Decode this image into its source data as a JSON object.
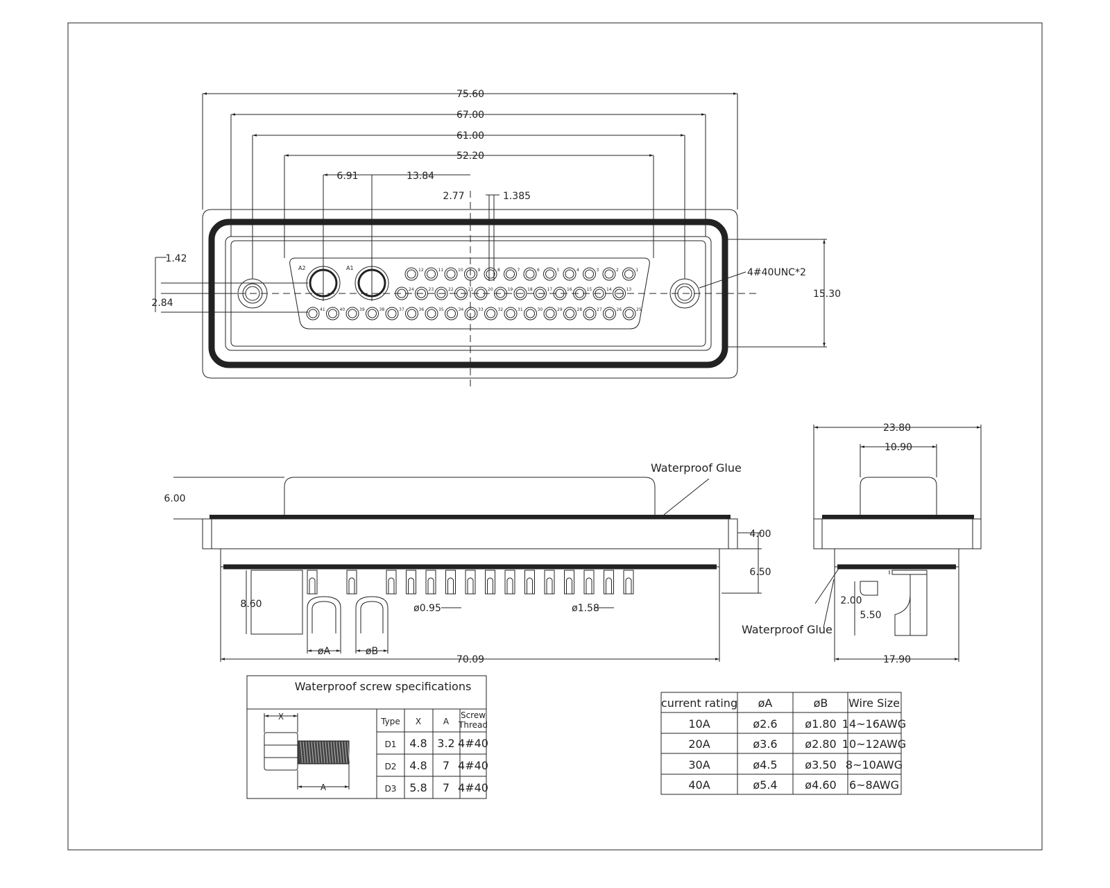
{
  "front_view": {
    "dimensions": {
      "overall": "75.60",
      "outer_frame": "67.00",
      "mount_holes": "61.00",
      "shell": "52.20",
      "a2_a1": "6.91",
      "a1_center": "13.84",
      "pitch": "2.77",
      "half_pitch": "1.385",
      "offset_top": "1.42",
      "row_offset": "2.84",
      "height": "15.30"
    },
    "screw_note": "4#40UNC*2",
    "cavity_labels": [
      "A2",
      "A1"
    ],
    "row1_labels": [
      "12",
      "11",
      "10",
      "9",
      "8",
      "7",
      "6",
      "5",
      "4",
      "3",
      "2",
      "1"
    ],
    "row2_labels": [
      "24",
      "23",
      "22",
      "21",
      "20",
      "19",
      "18",
      "17",
      "16",
      "15",
      "14",
      "13"
    ],
    "row3_labels": [
      "41",
      "40",
      "39",
      "38",
      "37",
      "36",
      "35",
      "34",
      "33",
      "32",
      "31",
      "30",
      "29",
      "28",
      "27",
      "26",
      "25"
    ]
  },
  "side_view": {
    "glue_note": "Waterproof Glue",
    "dimensions": {
      "top_height": "6.00",
      "flange": "4.00",
      "body": "6.50",
      "contact_length": "8.60",
      "small_pin": "ø0.95",
      "pin_dia": "ø1.58",
      "overall_width": "70.09",
      "dia_a": "øA",
      "dia_b": "øB"
    }
  },
  "end_view": {
    "glue_note": "Waterproof Glue",
    "dimensions": {
      "width": "23.80",
      "shell": "10.90",
      "contact": "2.00",
      "contact2": "5.50",
      "bottom": "17.90"
    }
  },
  "screw_table": {
    "title": "Waterproof screw specifications",
    "diagram_labels": {
      "x": "X",
      "a": "A"
    },
    "headers": [
      "Type",
      "X",
      "A",
      "Screw Thread"
    ],
    "rows": [
      [
        "D1",
        "4.8",
        "3.2",
        "4#40"
      ],
      [
        "D2",
        "4.8",
        "7",
        "4#40"
      ],
      [
        "D3",
        "5.8",
        "7",
        "4#40"
      ]
    ]
  },
  "rating_table": {
    "headers": [
      "current rating",
      "øA",
      "øB",
      "Wire Size"
    ],
    "rows": [
      [
        "10A",
        "ø2.6",
        "ø1.80",
        "14~16AWG"
      ],
      [
        "20A",
        "ø3.6",
        "ø2.80",
        "10~12AWG"
      ],
      [
        "30A",
        "ø4.5",
        "ø3.50",
        "8~10AWG"
      ],
      [
        "40A",
        "ø5.4",
        "ø4.60",
        "6~8AWG"
      ]
    ]
  }
}
